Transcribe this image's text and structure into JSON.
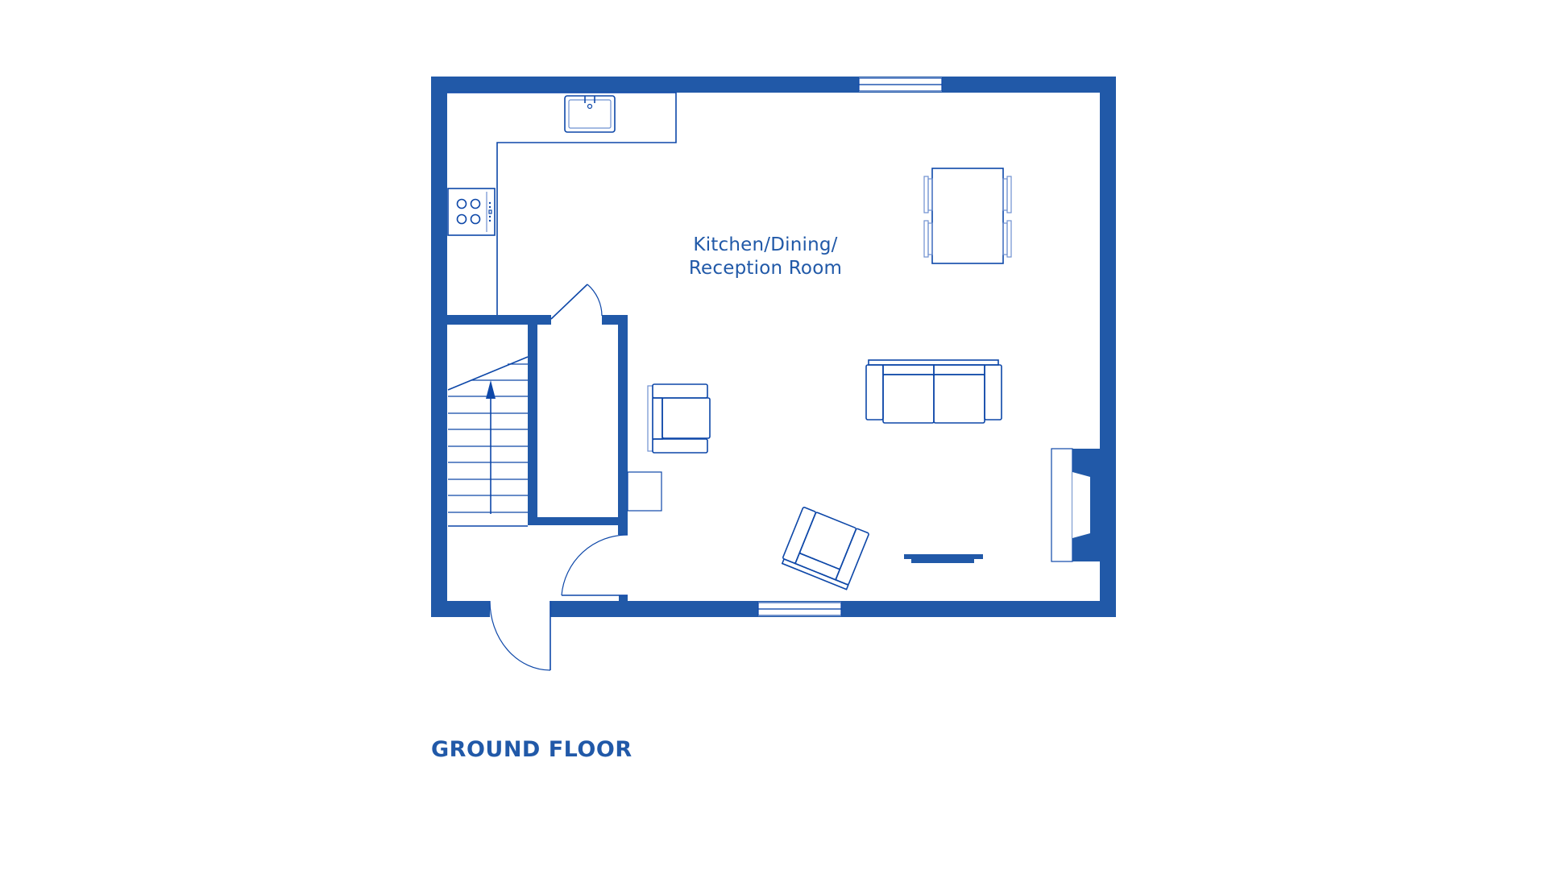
{
  "floor_plan": {
    "title": "GROUND FLOOR",
    "rooms": [
      {
        "id": "kitchen-dining-reception",
        "label_line1": "Kitchen/Dining/",
        "label_line2": "Reception Room"
      }
    ],
    "fixtures": [
      "sink",
      "hob",
      "dining-table",
      "dining-chairs",
      "sofa",
      "armchair",
      "side-table",
      "rotated-armchair",
      "tv-unit",
      "fireplace",
      "staircase",
      "entrance-door",
      "internal-door",
      "closet-door",
      "window-top",
      "window-bottom"
    ],
    "colors": {
      "wall": "#2159a8",
      "line": "#0d47a8",
      "label": "#2159a8",
      "background": "#ffffff"
    }
  }
}
